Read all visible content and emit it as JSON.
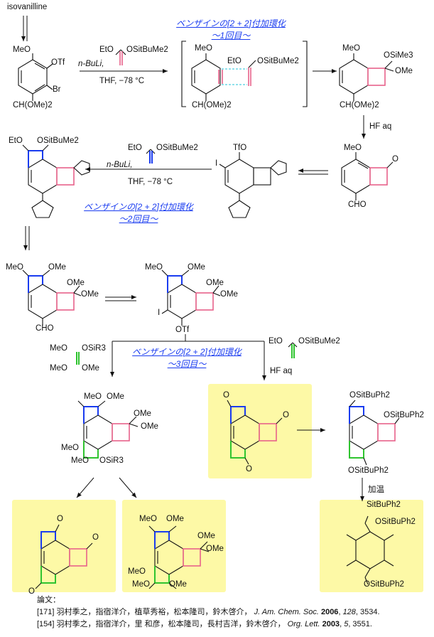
{
  "starting_material": "isovanilline",
  "cap1": [
    "ベンザインの[2 + 2]付加環化",
    "〜1回目〜"
  ],
  "cap2": [
    "ベンザインの[2 + 2]付加環化",
    "〜2回目〜"
  ],
  "cap3": [
    "ベンザインの[2 + 2]付加環化",
    "〜3回目〜"
  ],
  "reagents": {
    "r1_a": "EtO",
    "r1_b": "OSitBuMe2",
    "r1_base": "n-BuLi,",
    "r1_cond": "THF, −78 °C",
    "hf": "HF aq",
    "r2_a": "EtO",
    "r2_b": "OSitBuMe2",
    "r2_base": "n-BuLi,",
    "r2_cond": "THF, −78 °C",
    "r3a_1": "MeO",
    "r3a_2": "OSiR3",
    "r3a_3": "MeO",
    "r3a_4": "OMe",
    "r3b_a": "EtO",
    "r3b_b": "OSitBuMe2",
    "hf2": "HF aq",
    "heat": "加温"
  },
  "labels": {
    "m1_meo": "MeO",
    "m1_otf": "OTf",
    "m1_br": "Br",
    "m1_acetal": "CH(OMe)2",
    "i_meo": "MeO",
    "i_eto": "EtO",
    "i_osi": "OSitBuMe2",
    "i_acetal": "CH(OMe)2",
    "m2_meo": "MeO",
    "m2_osi": "OSiMe3",
    "m2_ome": "OMe",
    "m2_acetal": "CH(OMe)2",
    "m3_meo": "MeO",
    "m3_cho": "CHO",
    "m3_o": "O",
    "m4_tfo": "TfO",
    "m4_i": "I",
    "m5_eto": "EtO",
    "m5_osi": "OSitBuMe2",
    "m6_meo": "MeO",
    "m6_ome1": "OMe",
    "m6_ome2": "OMe",
    "m6_cho": "CHO",
    "m7_meo": "MeO",
    "m7_ome1": "OMe",
    "m7_ome2": "OMe",
    "m7_i": "I",
    "m7_otf": "OTf",
    "m8_meo": "MeO",
    "m8_ome": "OMe",
    "m8_ome2": "OMe",
    "m8_ome3": "OMe",
    "m8_meo2": "MeO",
    "m8_meo3": "MeO",
    "m8_osir": "OSiR3",
    "m9_o": "O",
    "m10_osi1": "OSitBuPh2",
    "m10_osi2": "OSitBuPh2",
    "m10_osi3": "OSitBuPh2",
    "m11_meo": "MeO",
    "m11_ome": "OMe",
    "m11_meo2": "MeO",
    "m11_ome2": "OMe",
    "m12_o": "O",
    "m13_si": "SitBuPh2",
    "m13_osi": "OSitBuPh2",
    "m13_osi2": "OSitBuPh2"
  },
  "references": {
    "header": "論文：",
    "ref1_num": "[171]",
    "ref1_authors": "羽村季之，指宿洋介，植草秀裕，松本隆司，鈴木啓介，",
    "ref1_journal": "J. Am. Chem. Soc.",
    "ref1_year": "2006",
    "ref1_vol": "128",
    "ref1_page": ", 3534.",
    "ref2_num": "[154]",
    "ref2_authors": "羽村季之，指宿洋介，里 和彦，松本隆司，長村吉洋，鈴木啓介，",
    "ref2_journal": "Org. Lett.",
    "ref2_year": "2003",
    "ref2_vol": "5",
    "ref2_page": ", 3551."
  }
}
